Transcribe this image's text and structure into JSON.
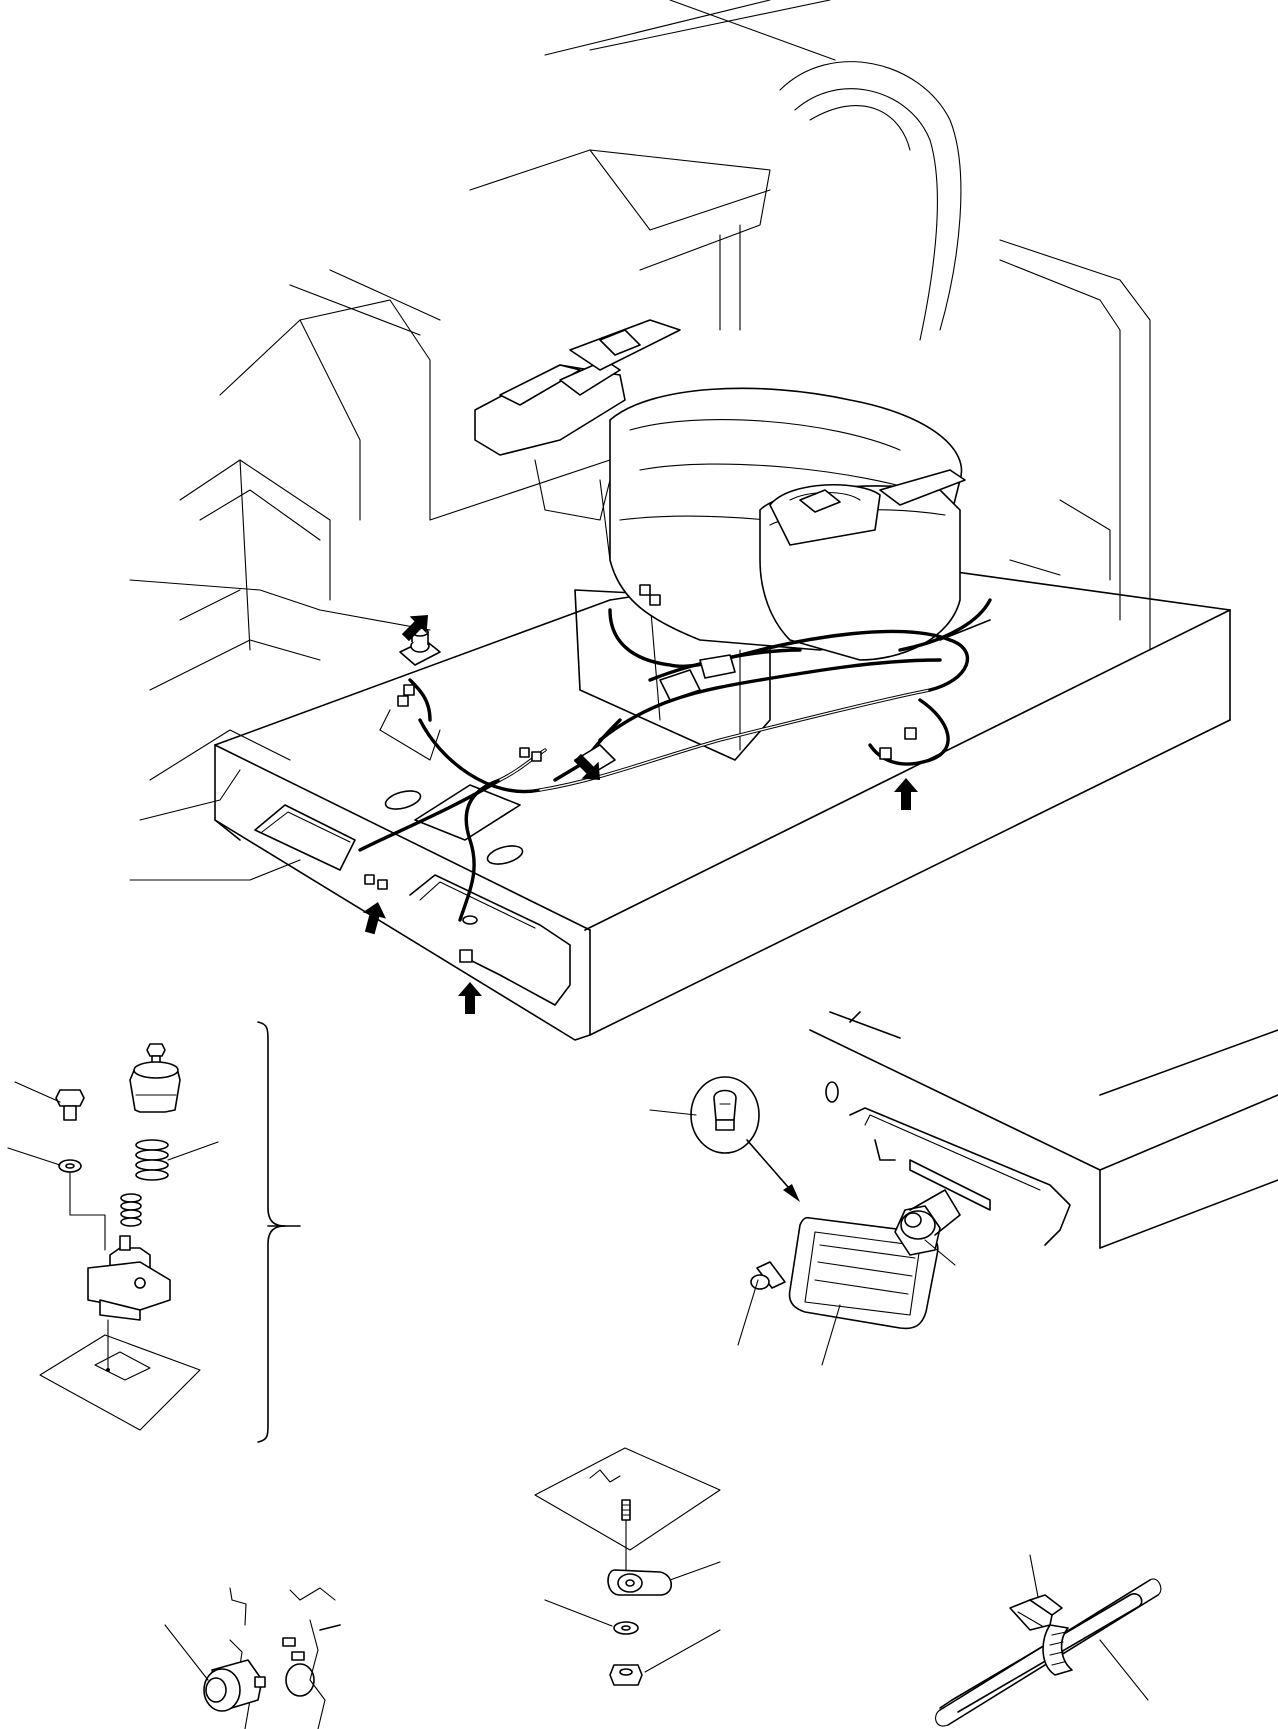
{
  "figure": {
    "labels": [],
    "callouts": {
      "rear_lamp": [
        "bulb-callout",
        "lamp-body-callout",
        "screw-callout",
        "socket-callout"
      ],
      "switch_assembly": [
        "bolt-callout",
        "washer-callout",
        "spring-callout"
      ],
      "clamp": [
        "clamp-callout",
        "washer-callout",
        "nut-callout"
      ],
      "tie": [
        "tie-callout",
        "harness-callout"
      ]
    },
    "colors": {
      "line": "#000000",
      "background": "#ffffff"
    },
    "icons": [
      "arrow-icon",
      "connector-icon",
      "bulb-icon"
    ]
  }
}
